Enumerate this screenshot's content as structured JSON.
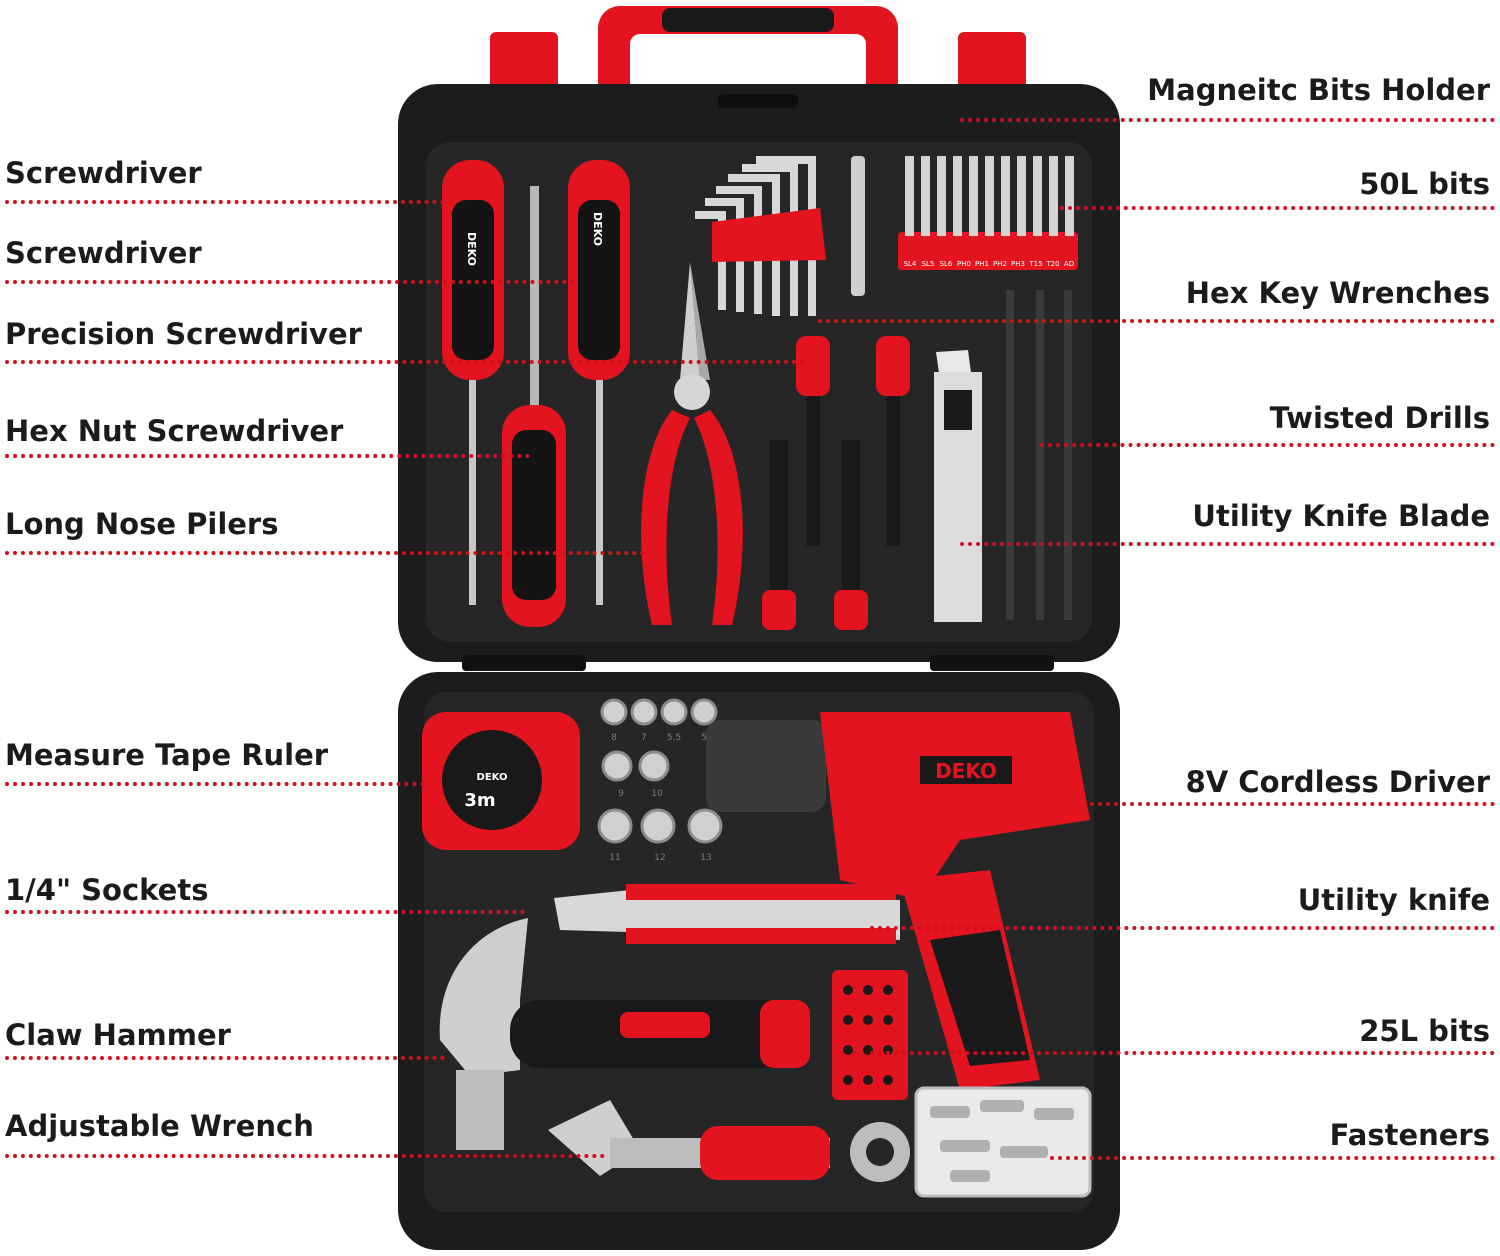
{
  "colors": {
    "accent": "#e3141f",
    "case": "#1c1c1c",
    "tray": "#262626",
    "leader": "#d0101a"
  },
  "brand": "DEKO",
  "tape_text": "3m",
  "bit_labels": [
    "SL4",
    "SL5",
    "SL6",
    "PH0",
    "PH1",
    "PH2",
    "PH3",
    "T15",
    "T20",
    "AD"
  ],
  "socket_labels": [
    "8",
    "7",
    "5.5",
    "5",
    "9",
    "10",
    "11",
    "12",
    "13"
  ],
  "labels_left": [
    "Screwdriver",
    "Screwdriver",
    "Precision Screwdriver",
    "Hex Nut Screwdriver",
    "Long Nose Pilers",
    "Measure Tape Ruler",
    "1/4\" Sockets",
    "Claw Hammer",
    "Adjustable Wrench"
  ],
  "labels_right": [
    "Magneitc Bits Holder",
    "50L bits",
    "Hex Key Wrenches",
    "Twisted Drills",
    "Utility Knife Blade",
    "8V Cordless Driver",
    "Utility knife",
    "25L bits",
    "Fasteners"
  ]
}
